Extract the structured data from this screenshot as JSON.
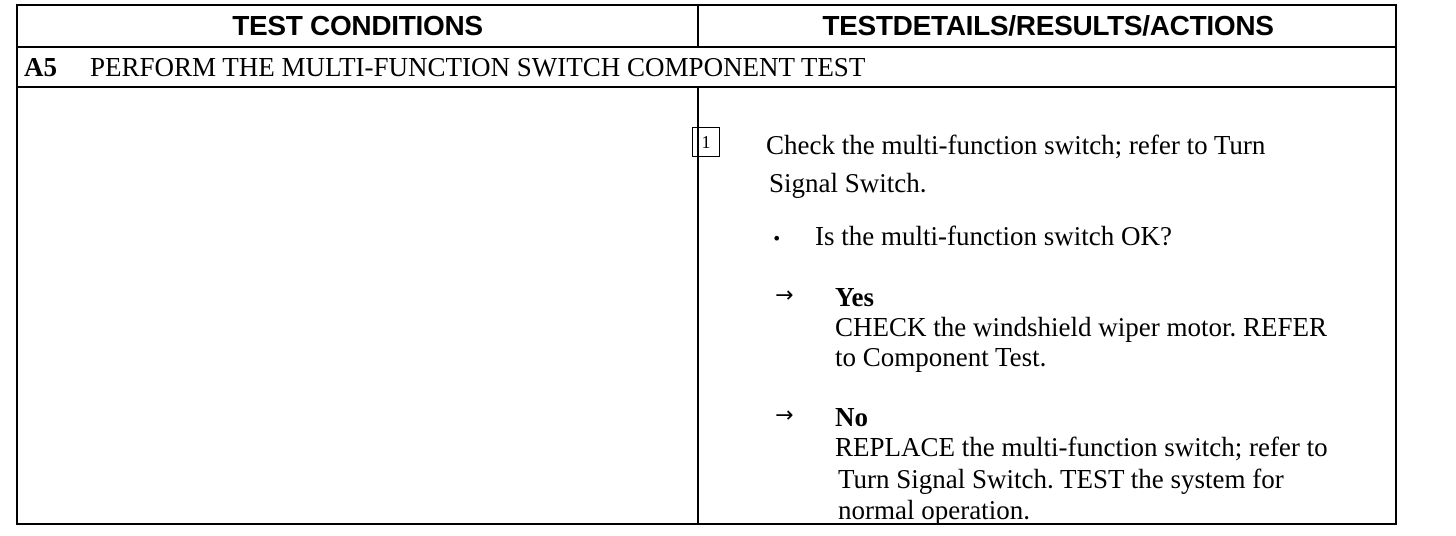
{
  "header": {
    "left": "TEST CONDITIONS",
    "right": "TESTDETAILS/RESULTS/ACTIONS"
  },
  "section": {
    "code": "A5",
    "title": "PERFORM THE MULTI-FUNCTION SWITCH COMPONENT TEST"
  },
  "step": {
    "number": "1",
    "line1": "Check the multi-function switch; refer to  Turn",
    "line2": "Signal  Switch.",
    "question": "Is the multi-function switch OK?"
  },
  "yes": {
    "label": "Yes",
    "line1": "CHECK the windshield wiper motor. REFER",
    "line2": "to Component Test."
  },
  "no": {
    "label": "No",
    "line1": "REPLACE the multi-function switch; refer to",
    "line2": "Turn Signal Switch. TEST the system for",
    "line3": "normal   operation."
  },
  "icons": {
    "bullet": "•",
    "arrow": "→"
  }
}
